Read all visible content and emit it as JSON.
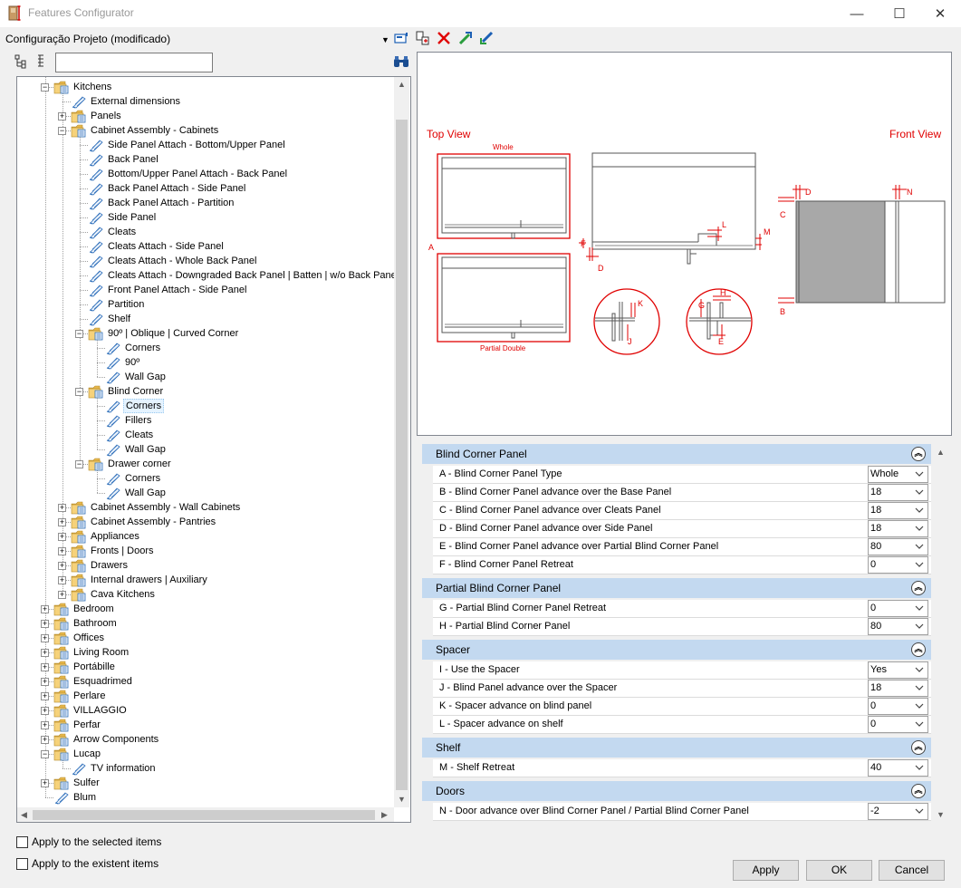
{
  "window": {
    "title": "Features Configurator",
    "minimize_glyph": "—",
    "maximize_glyph": "☐",
    "close_glyph": "✕"
  },
  "config": {
    "selected": "Configuração Projeto (modificado)"
  },
  "tree": [
    {
      "depth": 1,
      "label": "Kitchens",
      "icon": "folder",
      "exp": "minus"
    },
    {
      "depth": 2,
      "label": "External dimensions",
      "icon": "feature"
    },
    {
      "depth": 2,
      "label": "Panels",
      "icon": "folder",
      "exp": "plus"
    },
    {
      "depth": 2,
      "label": "Cabinet Assembly - Cabinets",
      "icon": "folder",
      "exp": "minus"
    },
    {
      "depth": 3,
      "label": "Side Panel Attach - Bottom/Upper Panel",
      "icon": "feature"
    },
    {
      "depth": 3,
      "label": "Back Panel",
      "icon": "feature"
    },
    {
      "depth": 3,
      "label": " Bottom/Upper Panel Attach - Back Panel",
      "icon": "feature"
    },
    {
      "depth": 3,
      "label": "Back Panel Attach - Side Panel",
      "icon": "feature"
    },
    {
      "depth": 3,
      "label": "Back Panel Attach - Partition",
      "icon": "feature"
    },
    {
      "depth": 3,
      "label": "Side Panel",
      "icon": "feature"
    },
    {
      "depth": 3,
      "label": "Cleats",
      "icon": "feature"
    },
    {
      "depth": 3,
      "label": "Cleats Attach - Side Panel",
      "icon": "feature"
    },
    {
      "depth": 3,
      "label": "Cleats Attach - Whole Back Panel",
      "icon": "feature"
    },
    {
      "depth": 3,
      "label": "Cleats Attach - Downgraded Back Panel | Batten | w/o Back Panel",
      "icon": "feature"
    },
    {
      "depth": 3,
      "label": "Front Panel Attach - Side Panel",
      "icon": "feature"
    },
    {
      "depth": 3,
      "label": "Partition",
      "icon": "feature"
    },
    {
      "depth": 3,
      "label": "Shelf",
      "icon": "feature"
    },
    {
      "depth": 3,
      "label": "90º | Oblique | Curved Corner",
      "icon": "folder",
      "exp": "minus"
    },
    {
      "depth": 4,
      "label": "Corners",
      "icon": "feature"
    },
    {
      "depth": 4,
      "label": "90º",
      "icon": "feature"
    },
    {
      "depth": 4,
      "label": "Wall Gap",
      "icon": "feature"
    },
    {
      "depth": 3,
      "label": "Blind Corner",
      "icon": "folder",
      "exp": "minus"
    },
    {
      "depth": 4,
      "label": "Corners",
      "icon": "feature",
      "selected": true
    },
    {
      "depth": 4,
      "label": "Fillers",
      "icon": "feature"
    },
    {
      "depth": 4,
      "label": "Cleats",
      "icon": "feature"
    },
    {
      "depth": 4,
      "label": "Wall Gap",
      "icon": "feature"
    },
    {
      "depth": 3,
      "label": "Drawer corner",
      "icon": "folder",
      "exp": "minus"
    },
    {
      "depth": 4,
      "label": "Corners",
      "icon": "feature"
    },
    {
      "depth": 4,
      "label": "Wall Gap",
      "icon": "feature"
    },
    {
      "depth": 2,
      "label": "Cabinet Assembly - Wall Cabinets",
      "icon": "folder",
      "exp": "plus"
    },
    {
      "depth": 2,
      "label": "Cabinet Assembly - Pantries",
      "icon": "folder",
      "exp": "plus"
    },
    {
      "depth": 2,
      "label": "Appliances",
      "icon": "folder",
      "exp": "plus"
    },
    {
      "depth": 2,
      "label": "Fronts | Doors",
      "icon": "folder",
      "exp": "plus"
    },
    {
      "depth": 2,
      "label": "Drawers",
      "icon": "folder",
      "exp": "plus"
    },
    {
      "depth": 2,
      "label": "Internal drawers | Auxiliary",
      "icon": "folder",
      "exp": "plus"
    },
    {
      "depth": 2,
      "label": "Cava Kitchens",
      "icon": "folder",
      "exp": "plus"
    },
    {
      "depth": 1,
      "label": "Bedroom",
      "icon": "folder",
      "exp": "plus"
    },
    {
      "depth": 1,
      "label": "Bathroom",
      "icon": "folder",
      "exp": "plus"
    },
    {
      "depth": 1,
      "label": "Offices",
      "icon": "folder",
      "exp": "plus"
    },
    {
      "depth": 1,
      "label": "Living Room",
      "icon": "folder",
      "exp": "plus"
    },
    {
      "depth": 1,
      "label": "Portábille",
      "icon": "folder",
      "exp": "plus"
    },
    {
      "depth": 1,
      "label": "Esquadrimed",
      "icon": "folder",
      "exp": "plus"
    },
    {
      "depth": 1,
      "label": "Perlare",
      "icon": "folder",
      "exp": "plus"
    },
    {
      "depth": 1,
      "label": "VILLAGGIO",
      "icon": "folder",
      "exp": "plus"
    },
    {
      "depth": 1,
      "label": "Perfar",
      "icon": "folder",
      "exp": "plus"
    },
    {
      "depth": 1,
      "label": "Arrow Components",
      "icon": "folder",
      "exp": "plus"
    },
    {
      "depth": 1,
      "label": "Lucap",
      "icon": "folder",
      "exp": "minus"
    },
    {
      "depth": 2,
      "label": "TV information",
      "icon": "feature"
    },
    {
      "depth": 1,
      "label": "Sulfer",
      "icon": "folder",
      "exp": "plus"
    },
    {
      "depth": 1,
      "label": "Blum",
      "icon": "feature"
    }
  ],
  "checkboxes": {
    "apply_selected": "Apply to the selected items",
    "apply_existent": "Apply to the existent items"
  },
  "preview": {
    "top_view": "Top View",
    "front_view": "Front View",
    "whole": "Whole",
    "partial_double": "Partial Double",
    "letters": [
      "A",
      "B",
      "C",
      "D",
      "E",
      "F",
      "G",
      "H",
      "J",
      "K",
      "L",
      "M",
      "N"
    ]
  },
  "groups": [
    {
      "title": "Blind Corner Panel",
      "rows": [
        {
          "label": "A - Blind Corner Panel Type",
          "value": "Whole"
        },
        {
          "label": "B - Blind Corner Panel advance over the Base Panel",
          "value": "18"
        },
        {
          "label": "C - Blind Corner Panel advance over Cleats Panel",
          "value": "18"
        },
        {
          "label": "D - Blind Corner Panel advance over Side Panel",
          "value": "18"
        },
        {
          "label": "E - Blind Corner Panel advance over Partial Blind Corner Panel",
          "value": "80"
        },
        {
          "label": "F - Blind Corner Panel Retreat",
          "value": "0"
        }
      ]
    },
    {
      "title": "Partial Blind Corner Panel",
      "rows": [
        {
          "label": "G - Partial Blind Corner Panel Retreat",
          "value": "0"
        },
        {
          "label": "H - Partial Blind Corner Panel",
          "value": "80"
        }
      ]
    },
    {
      "title": "Spacer",
      "rows": [
        {
          "label": "I - Use the Spacer",
          "value": "Yes"
        },
        {
          "label": "J - Blind Panel advance over the Spacer",
          "value": "18"
        },
        {
          "label": "K - Spacer advance on blind panel",
          "value": "0"
        },
        {
          "label": "L - Spacer advance on shelf",
          "value": "0"
        }
      ]
    },
    {
      "title": "Shelf",
      "rows": [
        {
          "label": "M - Shelf Retreat",
          "value": "40"
        }
      ]
    },
    {
      "title": "Doors",
      "rows": [
        {
          "label": "N - Door advance over Blind Corner Panel / Partial Blind Corner Panel",
          "value": "-2"
        }
      ]
    }
  ],
  "buttons": {
    "apply": "Apply",
    "ok": "OK",
    "cancel": "Cancel"
  },
  "colors": {
    "drawing_red": "#e00000",
    "group_header": "#c3d9f0"
  }
}
